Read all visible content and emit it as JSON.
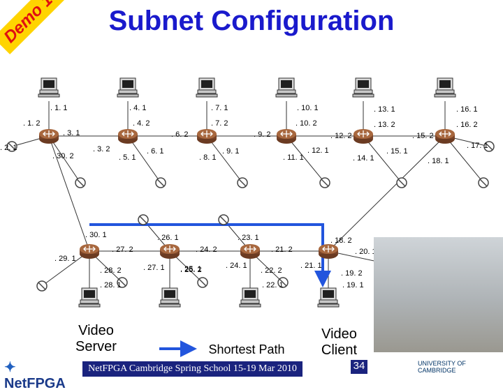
{
  "title": "Subnet Configuration",
  "demo_banner": "Demo 1",
  "video_server": "Video\nServer",
  "video_client": "Video\nClient",
  "shortest_path": "Shortest Path",
  "footer": "NetFPGA Cambridge Spring School 15-19 Mar 2010",
  "page_number": "34",
  "logo": "NetFPGA",
  "university": "UNIVERSITY OF CAMBRIDGE",
  "colors": {
    "title": "#1a1acc",
    "path_arrow": "#2255dd",
    "banner": "#ffd400",
    "banner_text": "#e01010",
    "footer_bg": "#1a237e"
  },
  "labels": {
    "l1_1": ". 1. 1",
    "l1_2": ". 1. 2",
    "l2_1": ". 2. 1",
    "l3_1": ". 3. 1",
    "l3_2": ". 3. 2",
    "l4_1": ". 4. 1",
    "l4_2": ". 4. 2",
    "l5_1": ". 5. 1",
    "l6_1": ". 6. 1",
    "l6_2": ". 6. 2",
    "l7_1": ". 7. 1",
    "l7_2": ". 7. 2",
    "l8_1": ". 8. 1",
    "l9_1": ". 9. 1",
    "l9_2": ". 9. 2",
    "l10_1": ". 10. 1",
    "l10_2": ". 10. 2",
    "l11_1": ". 11. 1",
    "l12_1": ". 12. 1",
    "l12_2": ". 12. 2",
    "l13_1": ". 13. 1",
    "l13_2": ". 13. 2",
    "l14_1": ". 14. 1",
    "l15_1": ". 15. 1",
    "l15_2": ". 15. 2",
    "l16_1": ". 16. 1",
    "l16_2": ". 16. 2",
    "l17_1": ". 17. 1",
    "l18_1": ". 18. 1",
    "l18_2": ". 18. 2",
    "l19_1": ". 19. 1",
    "l19_2": ". 19. 2",
    "l20_1": ". 20. 1",
    "l21_1": ". 21. 1",
    "l21_2": ". 21. 2",
    "l22_1": ". 22. 1",
    "l22_2": ". 22. 2",
    "l23_1": ". 23. 1",
    "l24_1": ". 24. 1",
    "l24_2": ". 24. 2",
    "l25_1": ". 25. 1",
    "l25_2": ". 25. 2",
    "l26_1": ". 26. 1",
    "l27_1": ". 27. 1",
    "l27_2": ". 27. 2",
    "l28_1": ". 28. 1",
    "l28_2": ". 28. 2",
    "l29_1": ". 29. 1",
    "l30_1": ". 30. 1",
    "l30_2": ". 30. 2"
  }
}
